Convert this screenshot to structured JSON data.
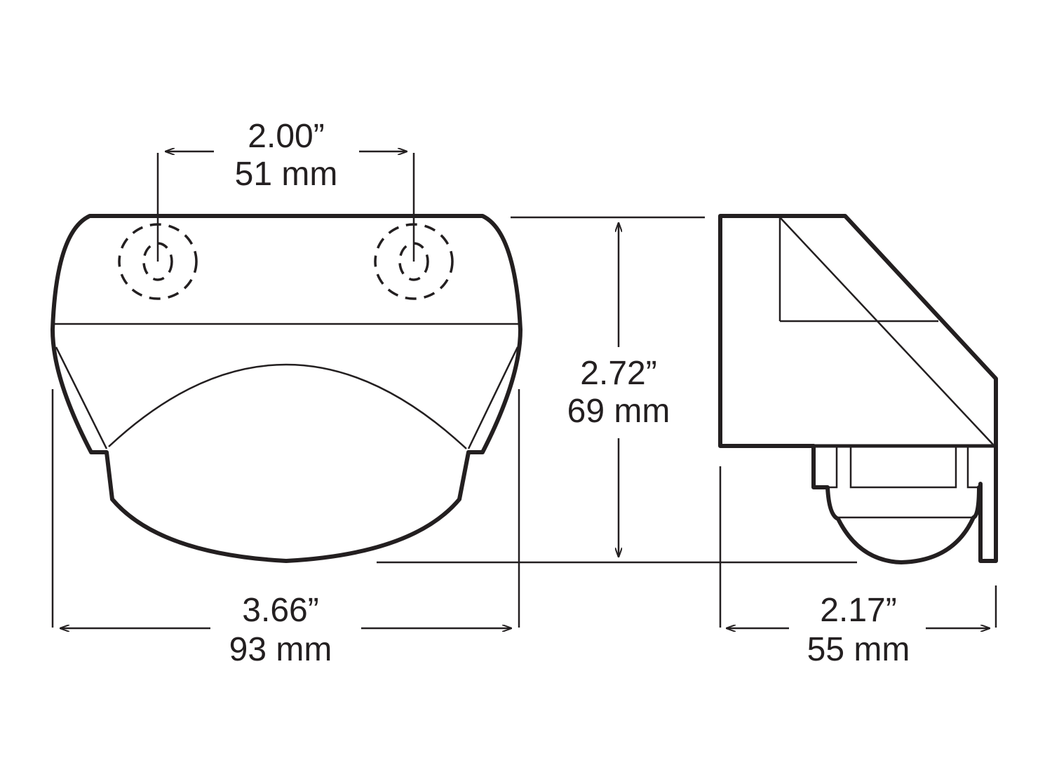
{
  "dimensions": {
    "hole_spacing": {
      "inch": "2.00”",
      "mm": "51 mm"
    },
    "height": {
      "inch": "2.72”",
      "mm": "69 mm"
    },
    "front_width": {
      "inch": "3.66”",
      "mm": "93 mm"
    },
    "side_depth": {
      "inch": "2.17”",
      "mm": "55 mm"
    }
  },
  "colors": {
    "line": "#231f20",
    "background": "#ffffff"
  }
}
